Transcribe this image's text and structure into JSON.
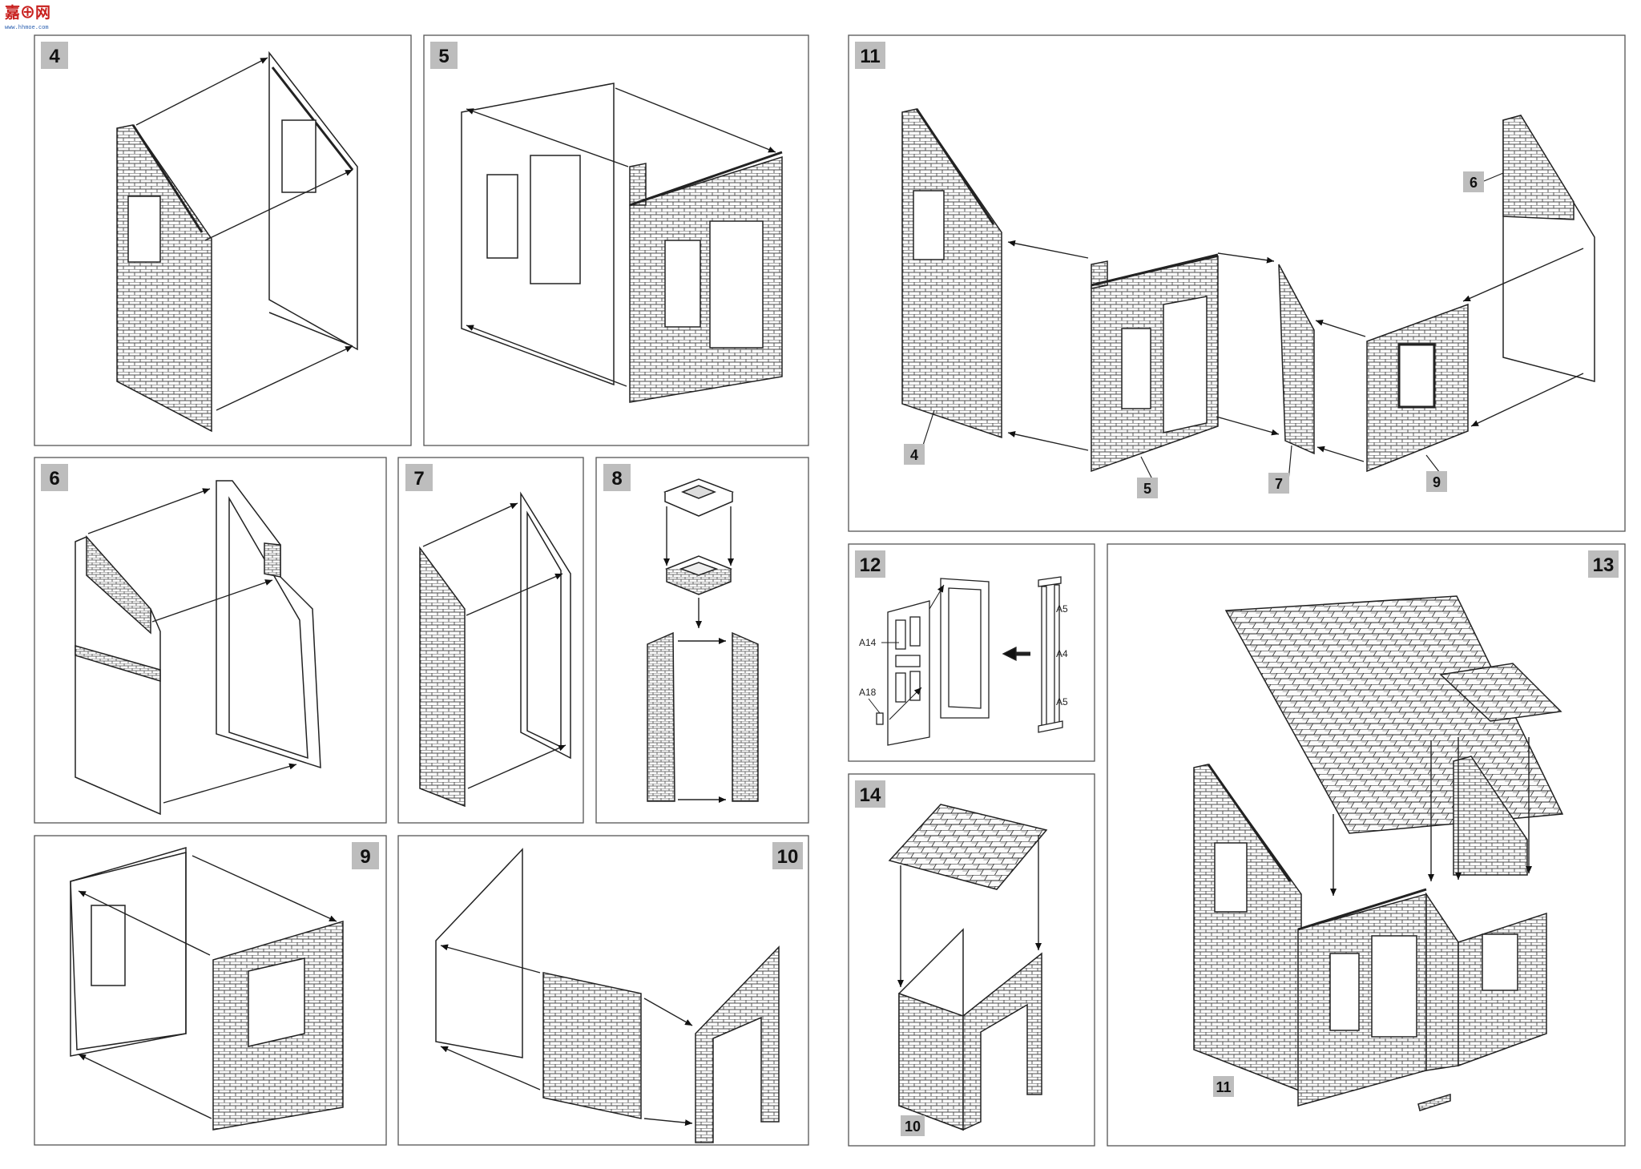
{
  "logo": {
    "text": "嘉⊕网",
    "sub": "www.hhmoe.com"
  },
  "steps": [
    "4",
    "5",
    "6",
    "7",
    "8",
    "9",
    "10",
    "11",
    "12",
    "13",
    "14"
  ],
  "step11_labels": [
    "4",
    "5",
    "7",
    "9",
    "6"
  ],
  "step12_labels": [
    "A14",
    "A18",
    "A5",
    "A4",
    "A5"
  ],
  "step13_labels": [
    "11"
  ],
  "step14_labels": [
    "10"
  ]
}
